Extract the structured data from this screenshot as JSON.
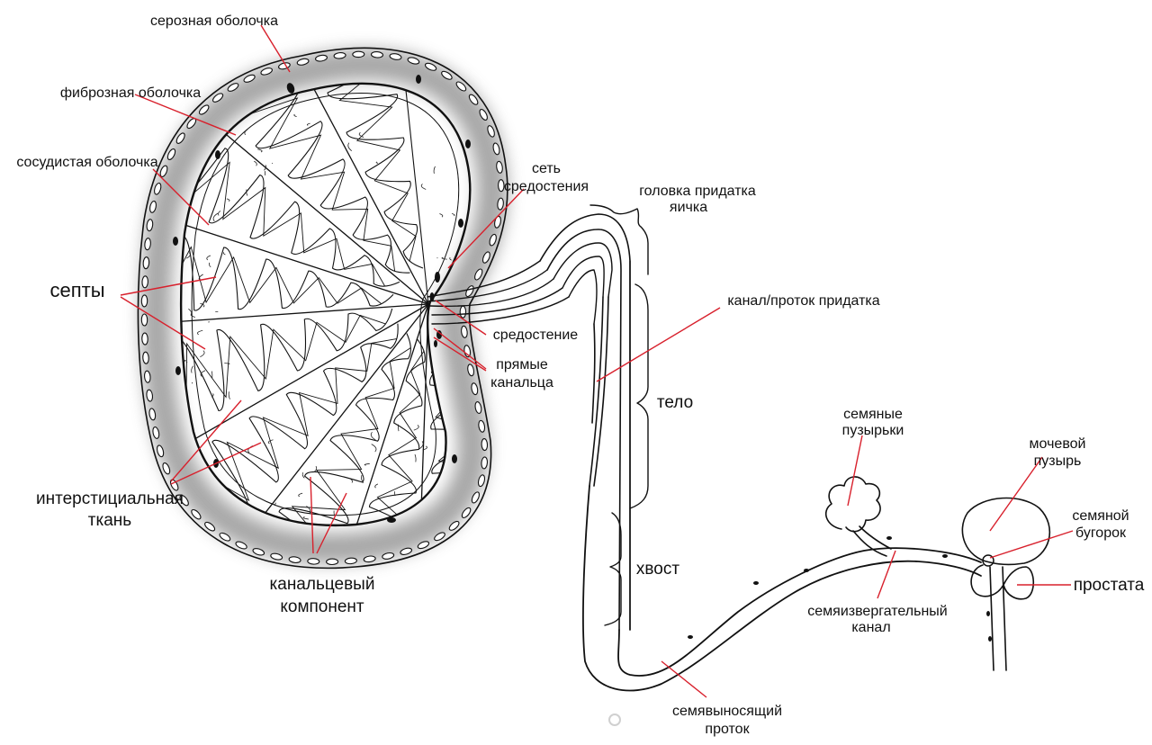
{
  "labels": {
    "serous": "серозная оболочка",
    "fibrous": "фиброзная оболочка",
    "vascular": "сосудистая оболочка",
    "septa": "септы",
    "interstitial_1": "интерстициальная",
    "interstitial_2": "ткань",
    "tubular_1": "канальцевый",
    "tubular_2": "компонент",
    "rete_1": "сеть",
    "rete_2": "средостения",
    "mediastinum": "средостение",
    "straight_1": "прямые",
    "straight_2": "канальца",
    "epi_head_1": "головка придатка",
    "epi_head_2": "яичка",
    "epi_duct": "канал/проток придатка",
    "epi_body": "тело",
    "epi_tail": "хвост",
    "seminal_1": "семяные",
    "seminal_2": "пузырьки",
    "bladder_1": "мочевой",
    "bladder_2": "пузырь",
    "colliculus_1": "семяной",
    "colliculus_2": "бугорок",
    "prostate": "простата",
    "ejaculatory_1": "семяизвергательный",
    "ejaculatory_2": "канал",
    "vas_1": "семявыносящий",
    "vas_2": "проток"
  },
  "colors": {
    "ink": "#111111",
    "leader": "#d8202c",
    "tunica_shade": "#8a8a8a",
    "background": "#ffffff"
  }
}
